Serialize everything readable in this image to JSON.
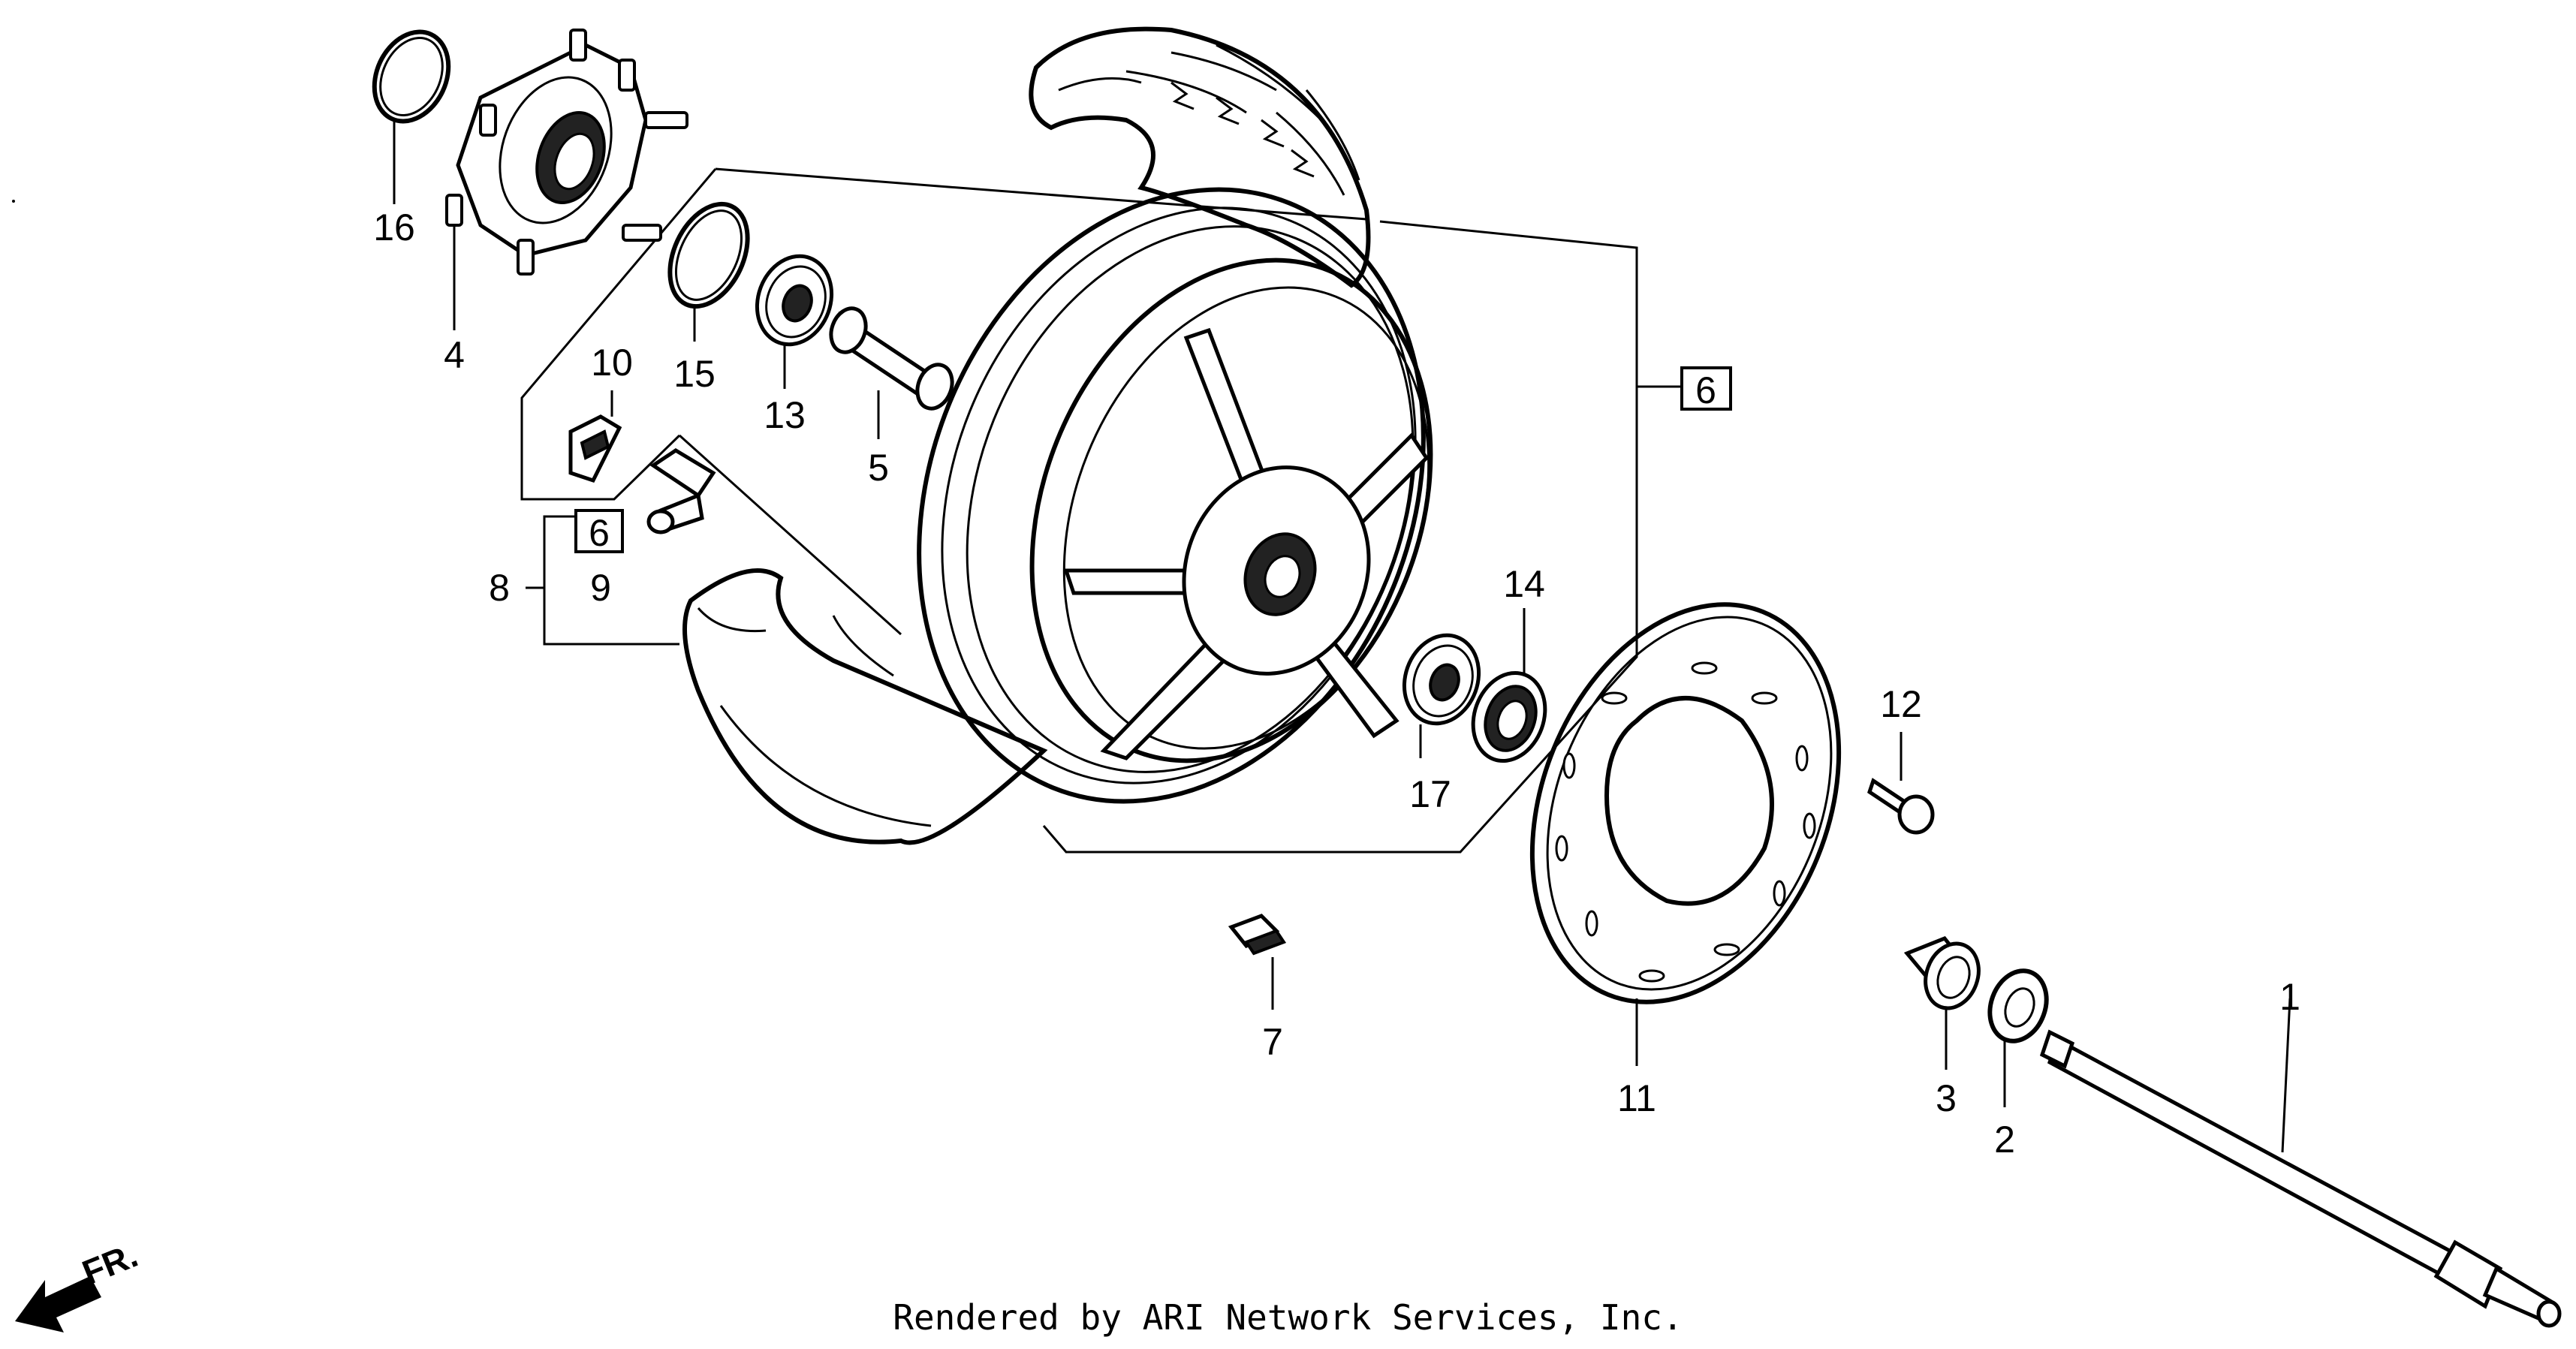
{
  "parts": {
    "p1": "1",
    "p2": "2",
    "p3": "3",
    "p4": "4",
    "p5": "5",
    "p6_callout_right": "6",
    "p6_callout_left": "6",
    "p7": "7",
    "p8": "8",
    "p9": "9",
    "p10": "10",
    "p11": "11",
    "p12": "12",
    "p13": "13",
    "p14": "14",
    "p15": "15",
    "p16": "16",
    "p17": "17"
  },
  "direction": "FR.",
  "footer": "Rendered by ARI Network Services, Inc."
}
